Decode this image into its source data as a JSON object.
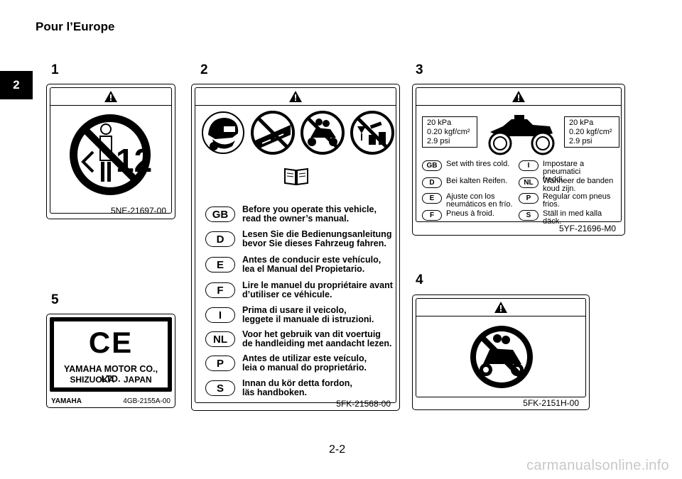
{
  "page": {
    "header": "Pour l’Europe",
    "chapter_tab": "2",
    "page_number": "2-2",
    "watermark": "carmanualsonline.info"
  },
  "labels": {
    "l1": {
      "number": "1",
      "code": "5NE-21697-00",
      "icon": "no-passenger-under-12-icon",
      "age_text": "12"
    },
    "l2": {
      "number": "2",
      "code": "5FK-21568-00",
      "pictograms": [
        "helmet-icon",
        "no-road-riding-icon",
        "no-passenger-icon",
        "no-alcohol-drugs-icon"
      ],
      "book_icon": "owners-manual-icon",
      "languages": [
        {
          "code": "GB",
          "text": "Before you operate this vehicle,\nread the owner’s manual."
        },
        {
          "code": "D",
          "text": "Lesen Sie die Bedienungsanleitung\nbevor Sie dieses Fahrzeug fahren."
        },
        {
          "code": "E",
          "text": "Antes de conducir este vehículo,\nlea el Manual del Propietario."
        },
        {
          "code": "F",
          "text": "Lire le manuel du propriétaire avant\nd’utiliser ce véhicule."
        },
        {
          "code": "I",
          "text": "Prima di usare il veicolo,\nleggete il manuale di istruzioni."
        },
        {
          "code": "NL",
          "text": "Voor het gebruik van dit voertuig\nde handleiding met aandacht lezen."
        },
        {
          "code": "P",
          "text": "Antes de utilizar este veículo,\nleia o manual do proprietário."
        },
        {
          "code": "S",
          "text": "Innan du kör detta fordon,\nläs handboken."
        }
      ]
    },
    "l3": {
      "number": "3",
      "code": "5YF-21696-M0",
      "front_pressure": {
        "kpa": "20    kPa",
        "kgf": "0.20 kgf/cm²",
        "psi": "2.9    psi"
      },
      "rear_pressure": {
        "kpa": "20    kPa",
        "kgf": "0.20 kgf/cm²",
        "psi": "2.9    psi"
      },
      "left_column": [
        {
          "code": "GB",
          "text": "Set with tires cold."
        },
        {
          "code": "D",
          "text": "Bei kalten Reifen."
        },
        {
          "code": "E",
          "text": "Ajuste con los\nneumáticos en frío."
        },
        {
          "code": "F",
          "text": "Pneus à froid."
        }
      ],
      "right_column": [
        {
          "code": "I",
          "text": "Impostare a pneumatici\nfreddi."
        },
        {
          "code": "NL",
          "text": "Wanneer de banden\nkoud zijn."
        },
        {
          "code": "P",
          "text": "Regular com pneus\nfrios."
        },
        {
          "code": "S",
          "text": "Ställ in med kalla däck."
        }
      ]
    },
    "l4": {
      "number": "4",
      "code": "5FK-2151H-00",
      "icon": "no-passenger-riding-icon"
    },
    "l5": {
      "number": "5",
      "ce_mark": "CE",
      "company": "YAMAHA MOTOR CO., LTD.",
      "location": "SHIZUOKA    JAPAN",
      "brand": "YAMAHA",
      "code": "4GB-2155A-00"
    }
  }
}
